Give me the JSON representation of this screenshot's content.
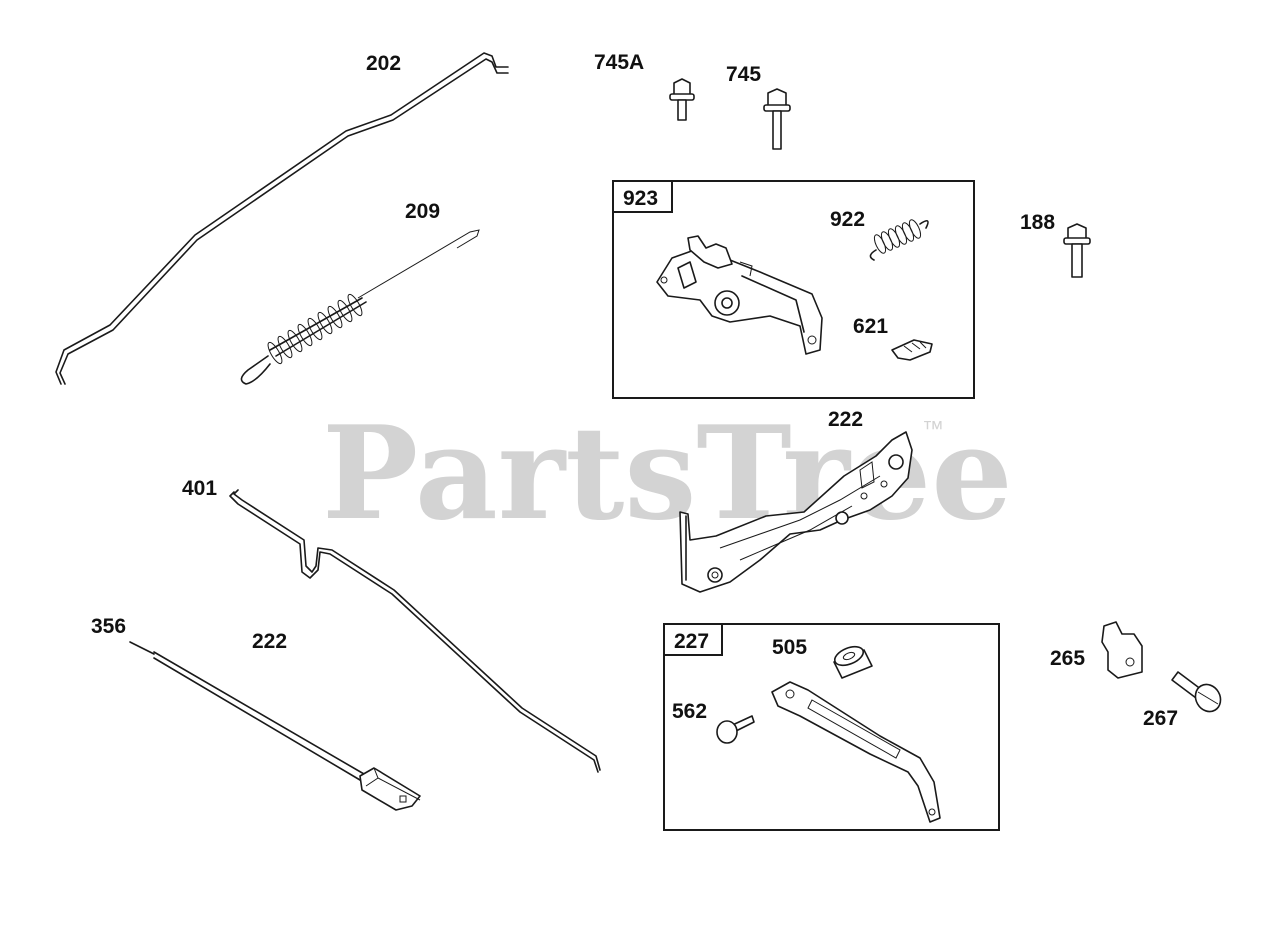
{
  "watermark": {
    "text": "PartsTree",
    "trademark": "™",
    "color": "#d3d3d3"
  },
  "groups": [
    {
      "id": "923",
      "label": "923"
    },
    {
      "id": "227",
      "label": "227"
    }
  ],
  "callouts": {
    "p202": "202",
    "p745a": "745A",
    "p745": "745",
    "p209": "209",
    "p922": "922",
    "p188": "188",
    "p621": "621",
    "p222_top": "222",
    "p401": "401",
    "p356": "356",
    "p222_bottom": "222",
    "p505": "505",
    "p562": "562",
    "p265": "265",
    "p267": "267"
  }
}
